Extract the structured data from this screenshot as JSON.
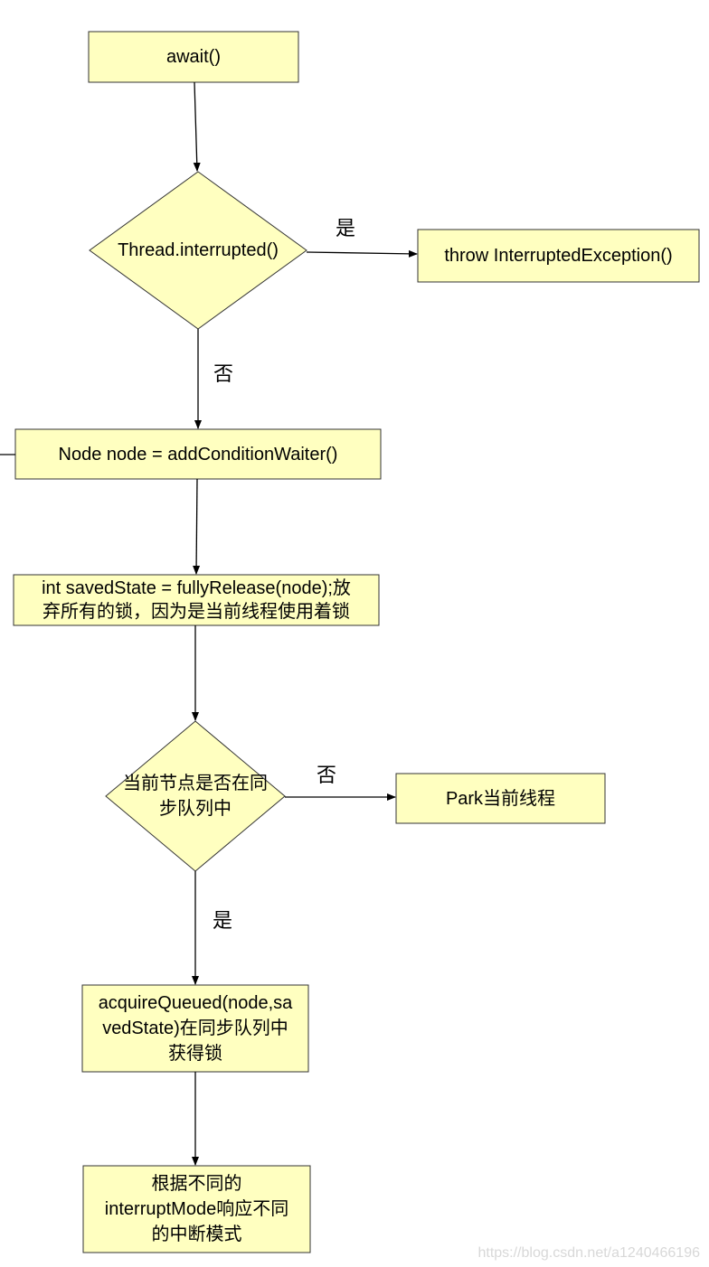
{
  "colors": {
    "fill": "#ffffc0",
    "stroke": "#333333",
    "edge": "#000000"
  },
  "nodes": {
    "await": {
      "label": "await()"
    },
    "check_interrupted": {
      "label": "Thread.interrupted()"
    },
    "throw_exception": {
      "label": "throw InterruptedException()"
    },
    "add_waiter": {
      "label": "Node node = addConditionWaiter()"
    },
    "fully_release": {
      "label": "int savedState = fullyRelease(node);放\n弃所有的锁，因为是当前线程使用着锁"
    },
    "check_sync_queue": {
      "label": "当前节点是否在同\n步队列中"
    },
    "park": {
      "label": "Park当前线程"
    },
    "acquire_queued": {
      "label": "acquireQueued(node,sa\nvedState)在同步队列中\n获得锁"
    },
    "interrupt_mode": {
      "label": "根据不同的\ninterruptMode响应不同\n的中断模式"
    }
  },
  "edges": {
    "interrupted_yes": "是",
    "interrupted_no": "否",
    "sync_no": "否",
    "sync_yes": "是"
  },
  "watermark": "https://blog.csdn.net/a1240466196"
}
